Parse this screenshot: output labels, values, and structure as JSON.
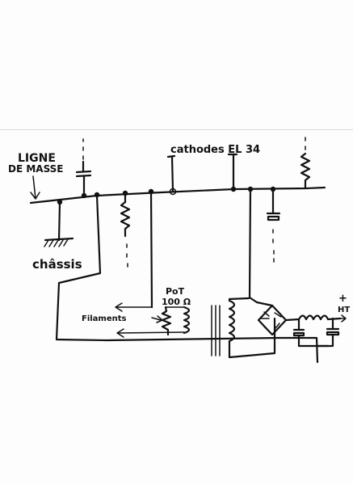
{
  "labels": {
    "ground_line_1": "LIGNE",
    "ground_line_2": "DE MASSE",
    "chassis": "châssis",
    "cathodes": "cathodes EL 34",
    "pot_1": "PoT",
    "pot_2": "100 Ω",
    "filaments": "Filaments",
    "ht_plus": "+",
    "ht": "HT"
  }
}
